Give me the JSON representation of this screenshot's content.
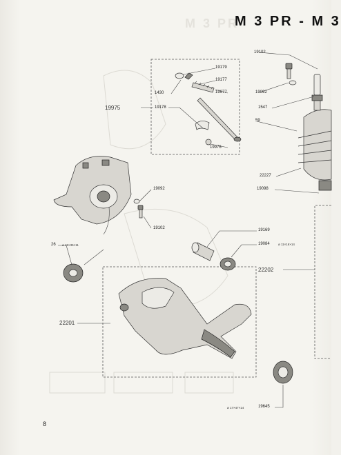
{
  "header": {
    "title": "M 3 PR  -  M 3",
    "ghost_title": "M 3 PR"
  },
  "page_number": "8",
  "labels": {
    "l19102_top": "19102",
    "l19179": "19179",
    "l19177": "19177",
    "l1430": "1430",
    "l19977": "19977",
    "l19092_top": "19092",
    "l19975": "19975",
    "l19178": "19178",
    "l1547": "1547",
    "l59": "59",
    "l19976": "19976",
    "l22227": "22227",
    "l19098": "19098",
    "l19092_mid": "19092",
    "l19102_mid": "19102",
    "l19169": "19169",
    "l26": "26",
    "l26_dim": "ø 15×35×11",
    "l19084": "19084",
    "l19084_dim": "ø 11×16×14",
    "l22202": "22202",
    "l22201": "22201",
    "l19645_dim": "ø 17×47×14",
    "l19645": "19645"
  },
  "colors": {
    "paper": "#f2f1ec",
    "ink": "#222222"
  }
}
